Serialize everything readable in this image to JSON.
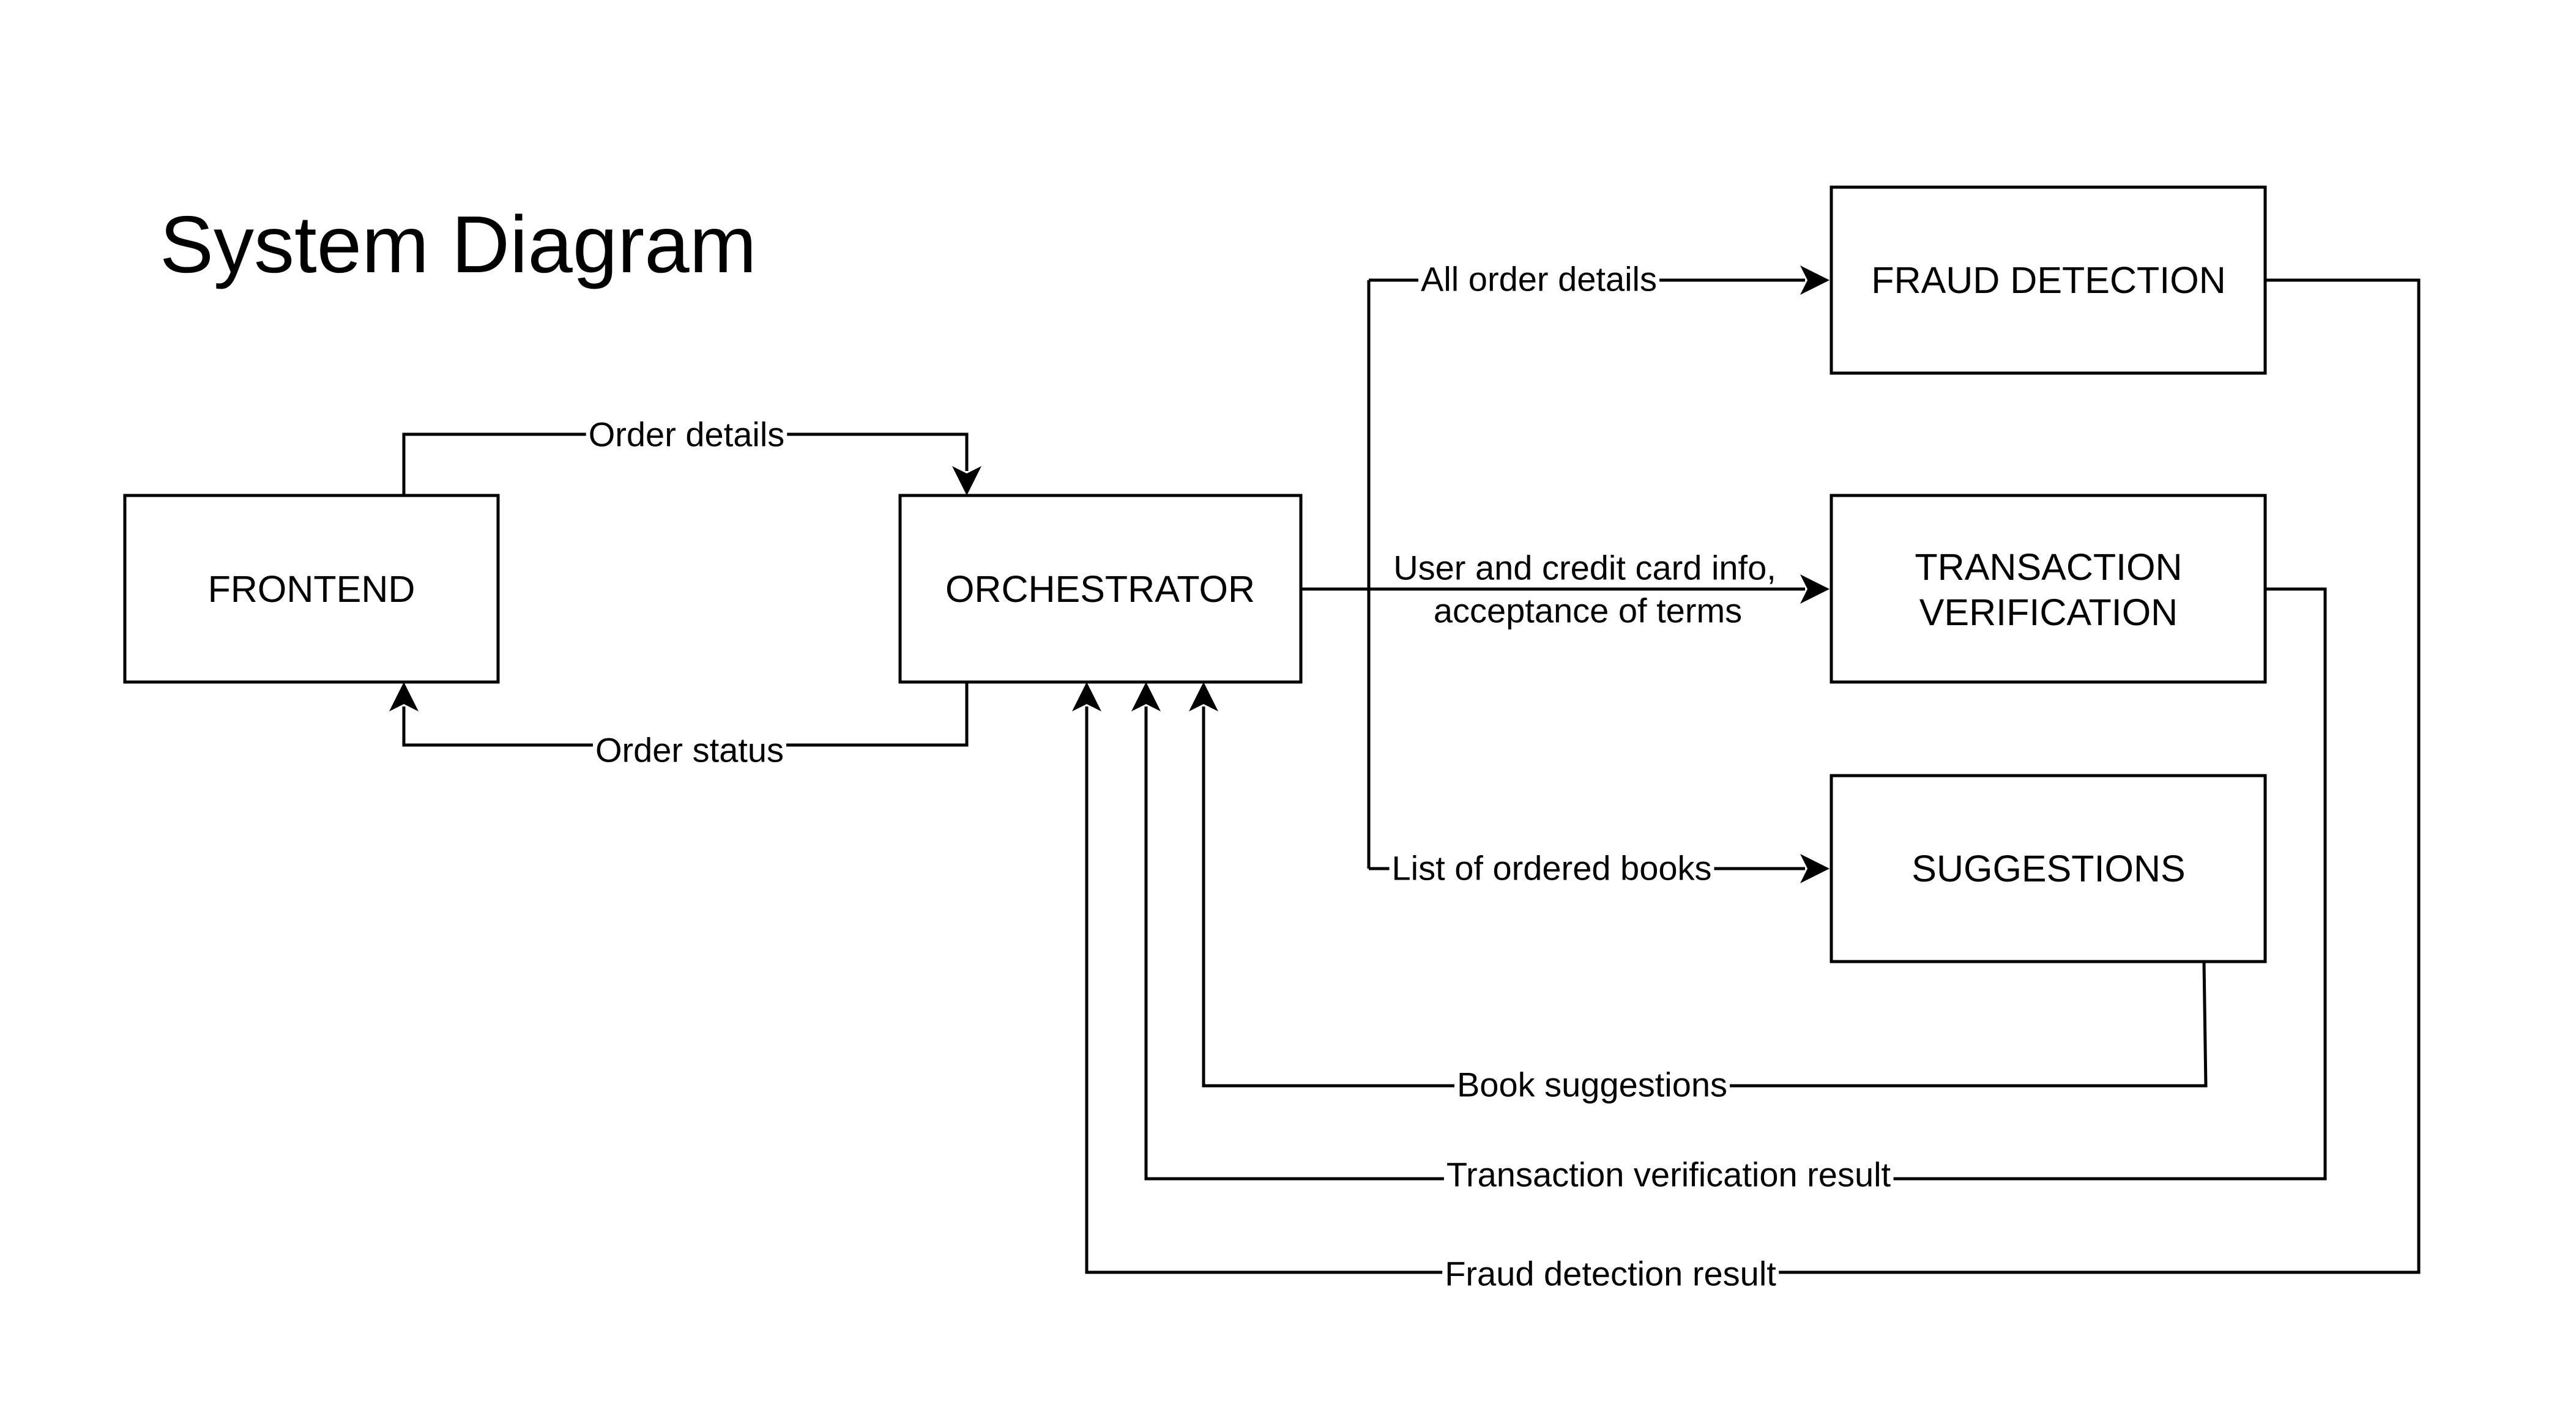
{
  "title": "System Diagram",
  "nodes": {
    "frontend": {
      "label": "FRONTEND"
    },
    "orchestrator": {
      "label": "ORCHESTRATOR"
    },
    "fraud_detection": {
      "label": "FRAUD DETECTION"
    },
    "transaction_verification": {
      "label_lines": [
        "TRANSACTION",
        "VERIFICATION"
      ]
    },
    "suggestions": {
      "label": "SUGGESTIONS"
    }
  },
  "edges": {
    "order_details": {
      "label": "Order details"
    },
    "order_status": {
      "label": "Order status"
    },
    "all_order_details": {
      "label": "All order details"
    },
    "user_credit_info": {
      "label_lines": [
        "User and credit card info,",
        "acceptance of terms"
      ]
    },
    "list_of_books": {
      "label": "List of ordered books"
    },
    "book_suggestions": {
      "label": "Book suggestions"
    },
    "transaction_result": {
      "label": "Transaction verification result"
    },
    "fraud_result": {
      "label": "Fraud detection result"
    }
  }
}
